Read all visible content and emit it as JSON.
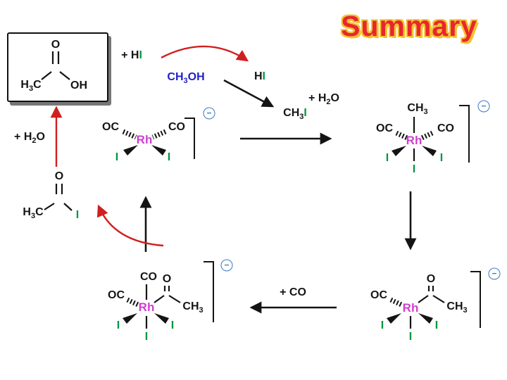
{
  "title": "Summary",
  "top": {
    "plus_hi": {
      "p1": "+ H",
      "i": "I"
    },
    "ch3oh": {
      "p1": "CH",
      "sub": "3",
      "p2": "OH"
    },
    "hi": {
      "h": "H",
      "i": "I"
    },
    "ch3i": {
      "p1": "CH",
      "sub": "3",
      "i": "I"
    },
    "plus_h2o": {
      "p1": "+ H",
      "sub": "2",
      "p2": "O"
    }
  },
  "left_side": {
    "plus_h2o": {
      "p1": "+ H",
      "sub": "2",
      "p2": "O"
    }
  },
  "acetic_acid": {
    "o": "O",
    "h3c": {
      "p1": "H",
      "sub": "3",
      "p2": "C"
    },
    "oh": "OH"
  },
  "acetyl_iodide": {
    "o": "O",
    "h3c": {
      "p1": "H",
      "sub": "3",
      "p2": "C"
    },
    "i": "I"
  },
  "complex1": {
    "oc": "OC",
    "co": "CO",
    "rh": "Rh",
    "i1": "I",
    "i2": "I",
    "charge": "−"
  },
  "complex2": {
    "ch3": {
      "p1": "CH",
      "sub": "3"
    },
    "oc": "OC",
    "co": "CO",
    "rh": "Rh",
    "i1": "I",
    "i2": "I",
    "i3": "I",
    "charge": "−"
  },
  "complex3": {
    "oc": "OC",
    "o": "O",
    "rh": "Rh",
    "ch3": {
      "p1": "CH",
      "sub": "3"
    },
    "i1": "I",
    "i2": "I",
    "i3": "I",
    "charge": "−"
  },
  "complex4": {
    "co": "CO",
    "oc": "OC",
    "o": "O",
    "rh": "Rh",
    "ch3": {
      "p1": "CH",
      "sub": "3"
    },
    "i1": "I",
    "i2": "I",
    "i3": "I",
    "charge": "−"
  },
  "bottom": {
    "plus_co": "+ CO"
  },
  "colors": {
    "title_red": "#e8262d",
    "title_yellow": "#f2c230",
    "arrow_red": "#d01f1f",
    "iodine_green": "#009640",
    "rhodium_magenta": "#cf3fcf",
    "methanol_blue": "#1f1fc8",
    "charge_blue": "#3b78c3"
  }
}
